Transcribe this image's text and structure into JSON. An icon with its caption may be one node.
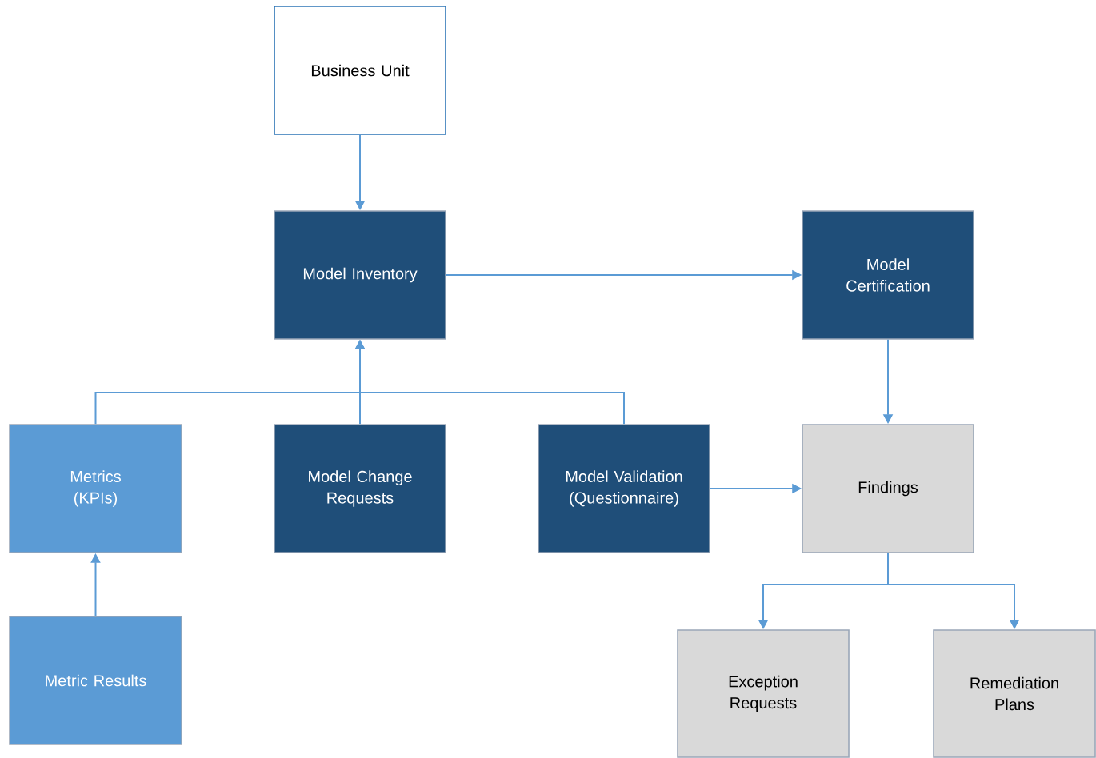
{
  "diagram": {
    "nodes": [
      {
        "text": [
          "Business Unit"
        ]
      },
      {
        "text": [
          "Model Inventory"
        ]
      },
      {
        "text": [
          "Model Certification"
        ]
      },
      {
        "text": [
          "Metrics (KPIs)"
        ]
      },
      {
        "text": [
          "Model Change Requests"
        ]
      },
      {
        "text": [
          "Model Validation (Questionnaire)"
        ]
      },
      {
        "text": [
          "Findings"
        ]
      },
      {
        "text": [
          "Metric Results"
        ]
      },
      {
        "text": [
          "Exception Requests"
        ]
      },
      {
        "text": [
          "Remediation Plans"
        ]
      }
    ],
    "edges": [
      {
        "from": 0,
        "to": 1,
        "arrow": "to"
      },
      {
        "from": 1,
        "to": 2,
        "arrow": "to"
      },
      {
        "from": 3,
        "to": 1,
        "arrow": "to"
      },
      {
        "from": 4,
        "to": 1,
        "arrow": "to"
      },
      {
        "from": 5,
        "to": 1,
        "arrow": "to"
      },
      {
        "from": 2,
        "to": 6,
        "arrow": "to"
      },
      {
        "from": 5,
        "to": 6,
        "arrow": "to"
      },
      {
        "from": 7,
        "to": 3,
        "arrow": "to"
      },
      {
        "from": 6,
        "to": 8,
        "arrow": "to"
      },
      {
        "from": 6,
        "to": 9,
        "arrow": "to"
      }
    ]
  }
}
